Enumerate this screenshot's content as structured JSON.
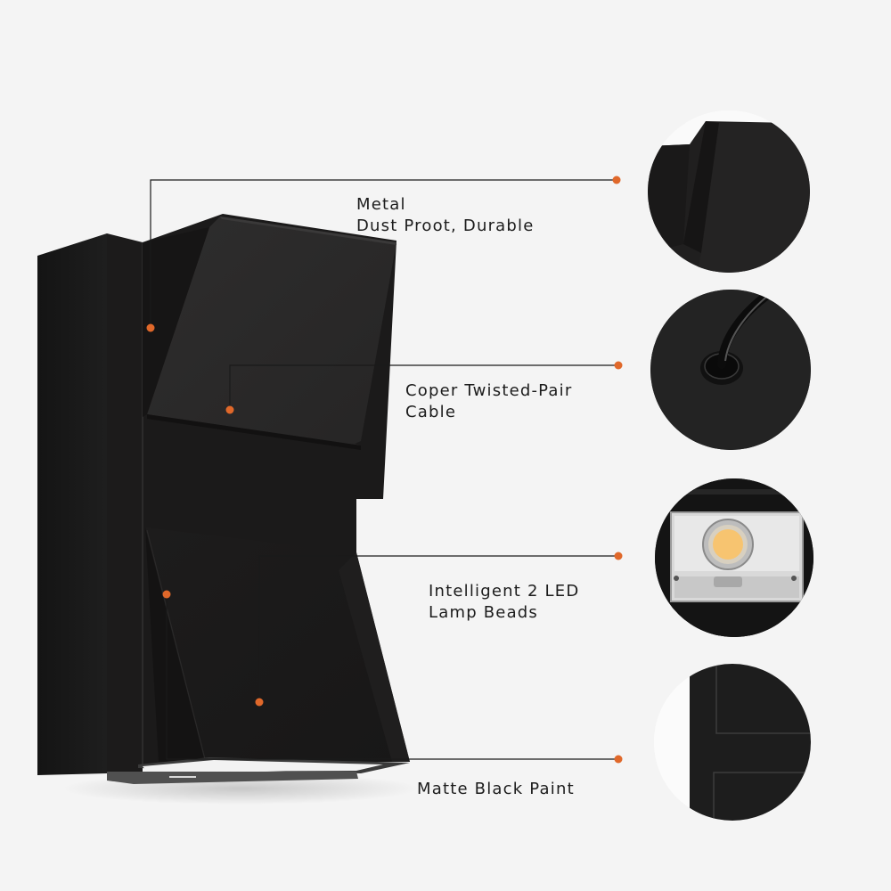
{
  "colors": {
    "background": "#f4f4f4",
    "product_black": "#1e1d1d",
    "callout_dot": "#e0682a",
    "callout_line": "#1a1a1a",
    "text": "#1c1c1c",
    "led_warm": "#f7c470"
  },
  "product": {
    "name": "Black up/down outdoor wall light",
    "finish": "matte black"
  },
  "callouts": [
    {
      "id": "metal",
      "lines": [
        "Metal",
        "Dust Proot, Durable"
      ],
      "detail_icon": "housing-edge-closeup"
    },
    {
      "id": "cable",
      "lines": [
        "Coper Twisted-Pair",
        "Cable"
      ],
      "detail_icon": "cable-gland-closeup"
    },
    {
      "id": "led",
      "lines": [
        "Intelligent 2 LED",
        "Lamp Beads"
      ],
      "detail_icon": "cob-led-closeup"
    },
    {
      "id": "paint",
      "lines": [
        "Matte Black Paint"
      ],
      "detail_icon": "matte-panel-closeup"
    }
  ]
}
